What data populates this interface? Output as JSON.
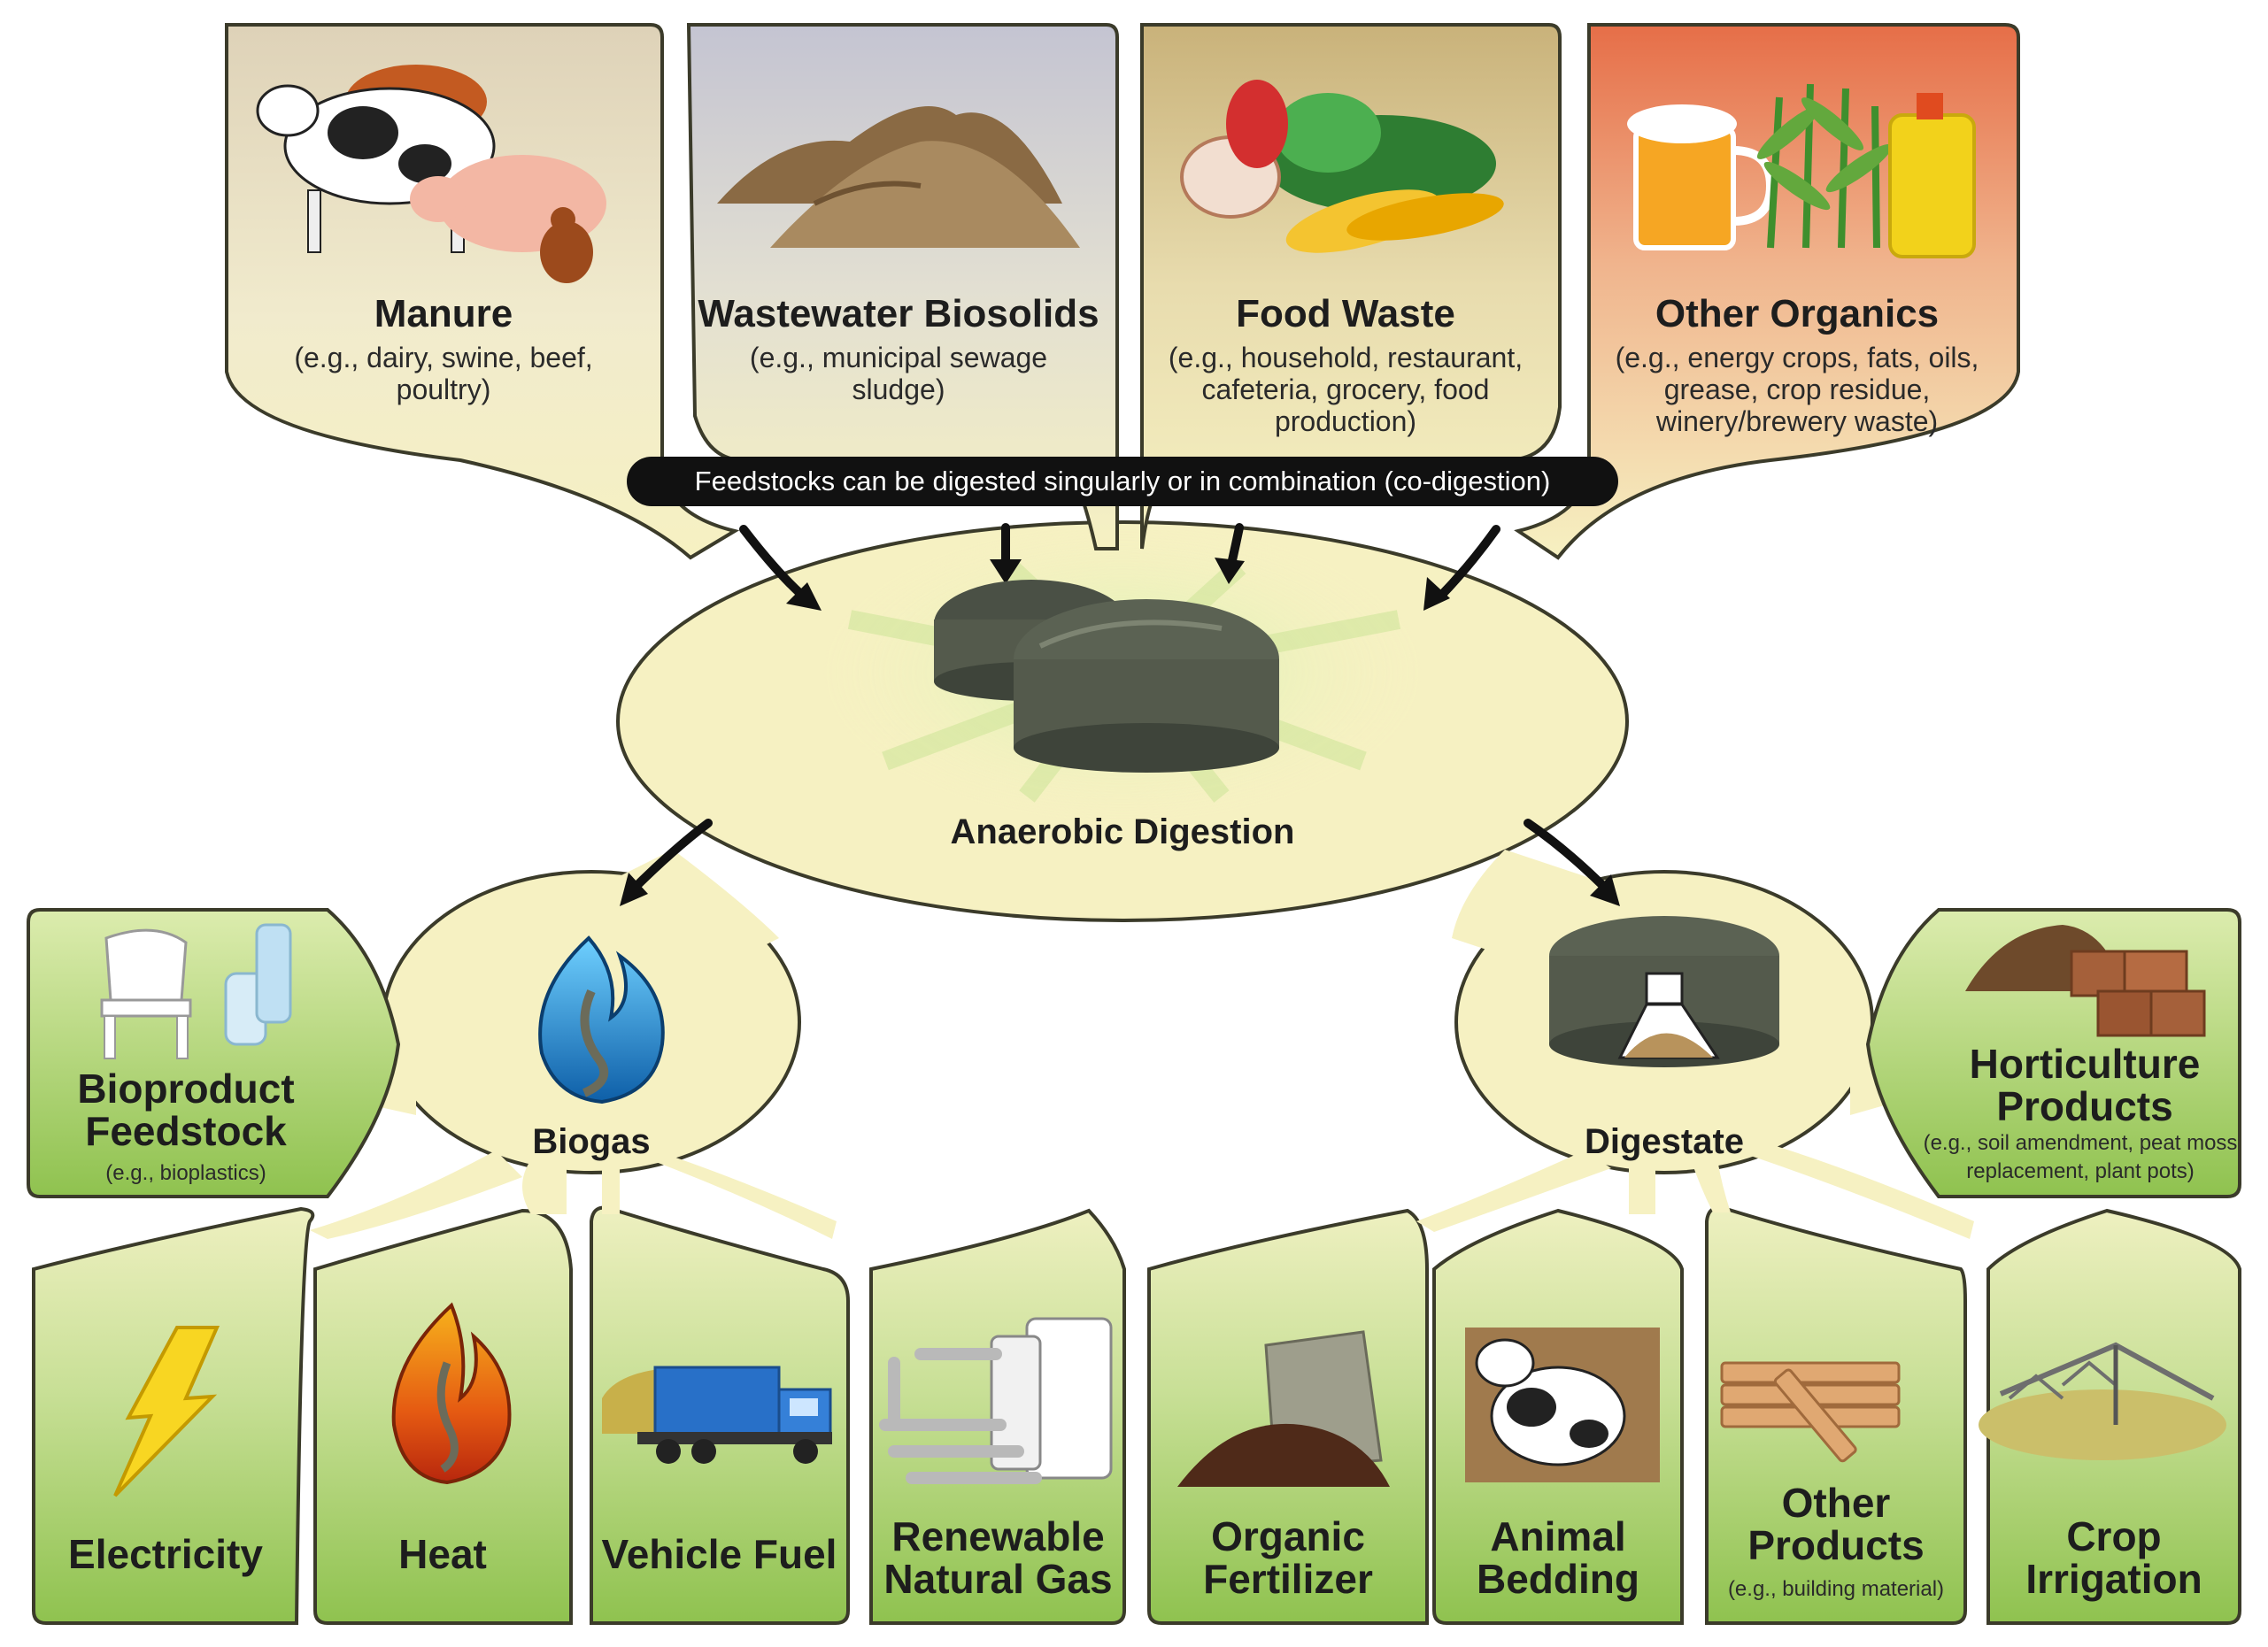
{
  "feedstocks": [
    {
      "title": "Manure",
      "desc": "(e.g., dairy, swine, beef, poultry)"
    },
    {
      "title": "Wastewater Biosolids",
      "desc": "(e.g., municipal sewage sludge)"
    },
    {
      "title": "Food Waste",
      "desc": "(e.g., household, restaurant, cafeteria, grocery, food production)"
    },
    {
      "title": "Other Organics",
      "desc": "(e.g., energy crops, fats, oils, grease, crop residue, winery/brewery waste)"
    }
  ],
  "banner": "Feedstocks can be digested singularly or in combination (co-digestion)",
  "center": "Anaerobic Digestion",
  "biogas": {
    "label": "Biogas",
    "side": {
      "title": "Bioproduct Feedstock",
      "desc": "(e.g., bioplastics)"
    },
    "uses": [
      "Electricity",
      "Heat",
      "Vehicle Fuel",
      "Renewable Natural Gas"
    ]
  },
  "digestate": {
    "label": "Digestate",
    "side": {
      "title": "Horticulture Products",
      "desc": "(e.g., soil amendment, peat moss replacement, plant pots)"
    },
    "uses": [
      {
        "title": "Organic Fertilizer",
        "desc": ""
      },
      {
        "title": "Animal Bedding",
        "desc": ""
      },
      {
        "title": "Other Products",
        "desc": "(e.g., building material)"
      },
      {
        "title": "Crop Irrigation",
        "desc": ""
      }
    ]
  },
  "colors": {
    "cream": "#f6f1c2",
    "outline": "#3b3b2a",
    "green_box": "#9ccc5a",
    "manure_bg": "#e9dcc0",
    "biosolids_bg": "#c9c9d6",
    "food_bg": "#d6c18f",
    "organics_bg": "#e9825c",
    "tank": "#545a4c"
  },
  "icons": [
    "cow-icon",
    "soil-pile-icon",
    "food-scraps-icon",
    "corn-icon",
    "digester-tanks-icon",
    "flame-blue-icon",
    "lightning-icon",
    "flame-icon",
    "truck-icon",
    "pipes-icon",
    "chair-bottle-icon",
    "fertilizer-bag-icon",
    "cow-calf-icon",
    "lumber-icon",
    "irrigation-icon",
    "plant-pots-icon",
    "digestate-tank-icon"
  ]
}
